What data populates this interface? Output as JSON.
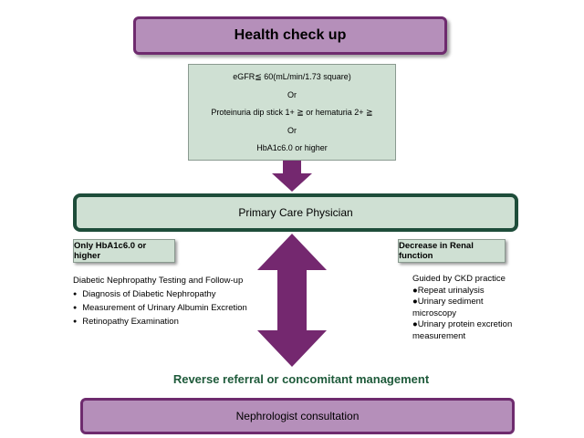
{
  "colors": {
    "purple_fill": "#b58fba",
    "purple_border": "#6e2b6e",
    "arrow": "#74286f",
    "green_fill": "#cfe0d3",
    "green_border": "#1e4d3a",
    "green_text": "#1e5a3a"
  },
  "health_check": {
    "title": "Health check up"
  },
  "criteria": {
    "line1": "eGFR≦ 60(mL/min/1.73 square)",
    "or1": "Or",
    "line2": "Proteinuria dip stick 1+ ≧ or hematuria 2+ ≧",
    "or2": "Or",
    "line3": "HbA1c6.0 or higher"
  },
  "pcp": {
    "title": "Primary Care Physician"
  },
  "left_branch": {
    "label": "Only HbA1c6.0  or higher",
    "heading": "Diabetic Nephropathy Testing and Follow-up",
    "items": [
      "Diagnosis of Diabetic Nephropathy",
      "Measurement  of Urinary Albumin Excretion",
      "Retinopathy  Examination"
    ]
  },
  "right_branch": {
    "label": "Decrease in Renal function",
    "heading": "Guided by CKD practice",
    "items": [
      "●Repeat urinalysis",
      "●Urinary sediment",
      "microscopy",
      "●Urinary protein excretion",
      "measurement"
    ]
  },
  "reverse_referral": "Reverse referral or concomitant management",
  "nephrologist": {
    "title": "Nephrologist consultation"
  }
}
